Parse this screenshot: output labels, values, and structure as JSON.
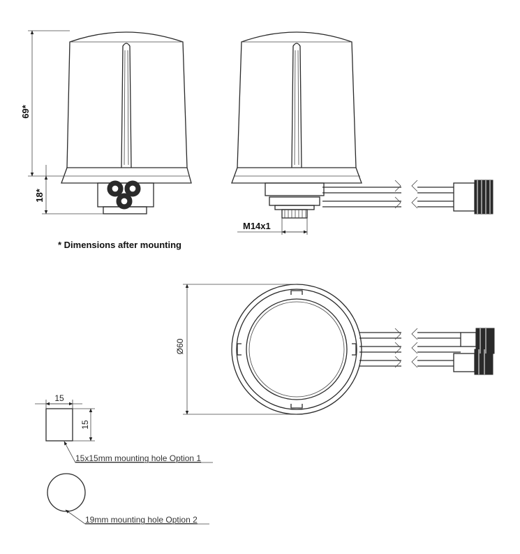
{
  "dimensions": {
    "height_body": "69*",
    "height_base": "18*",
    "thread": "M14x1",
    "diameter": "Ø60",
    "square_w": "15",
    "square_h": "15"
  },
  "notes": {
    "after_mounting": "* Dimensions after mounting",
    "option1": "15x15mm mounting hole Option 1",
    "option2": "19mm mounting hole Option 2"
  }
}
